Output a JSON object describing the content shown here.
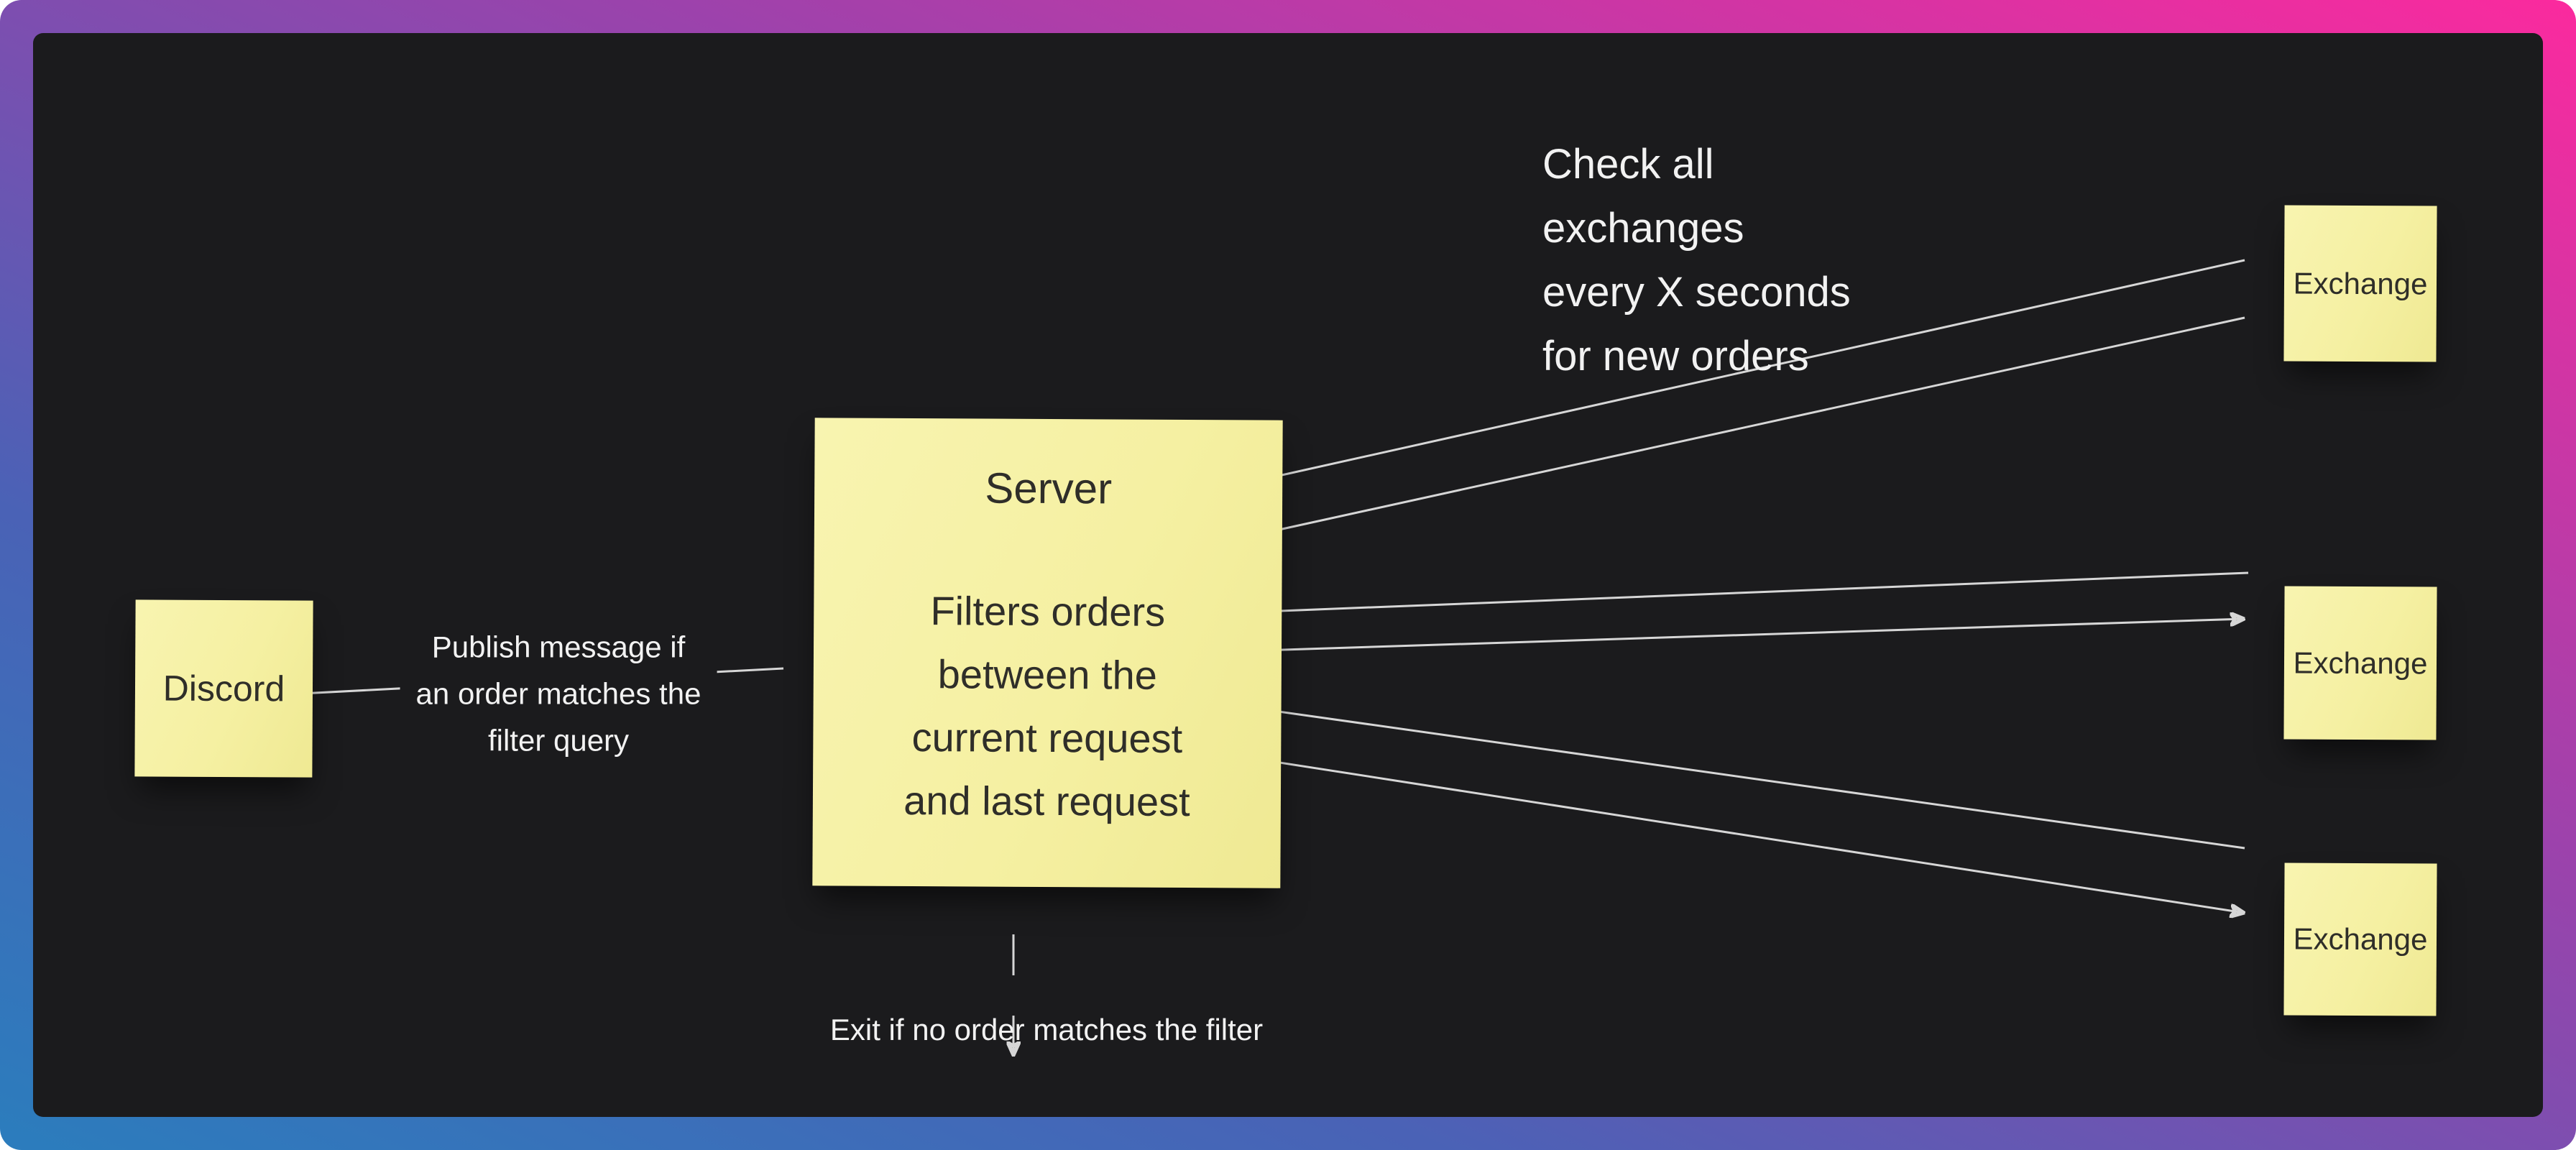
{
  "board": {
    "canvas_color": "#1b1b1d",
    "frame_gradient_from": "#2b7dbd",
    "frame_gradient_mid": "#9a43ac",
    "frame_gradient_to": "#fb2a9e",
    "note_color": "#f5f0a2",
    "note_text_color": "#2f2e29",
    "arrow_color": "#d6d6d6",
    "annotation_text_color": "#f2f2f2"
  },
  "notes": {
    "discord": {
      "label": "Discord"
    },
    "server": {
      "title": "Server",
      "body": "Filters orders\nbetween the\ncurrent request\nand last request"
    },
    "exchange_top": {
      "label": "Exchange"
    },
    "exchange_middle": {
      "label": "Exchange"
    },
    "exchange_bottom": {
      "label": "Exchange"
    }
  },
  "annotations": {
    "check_exchanges": "Check all\nexchanges\nevery X seconds\nfor new orders",
    "publish_message": "Publish message if\nan order matches the\nfilter query",
    "exit_no_match": "Exit if no order matches the filter"
  }
}
